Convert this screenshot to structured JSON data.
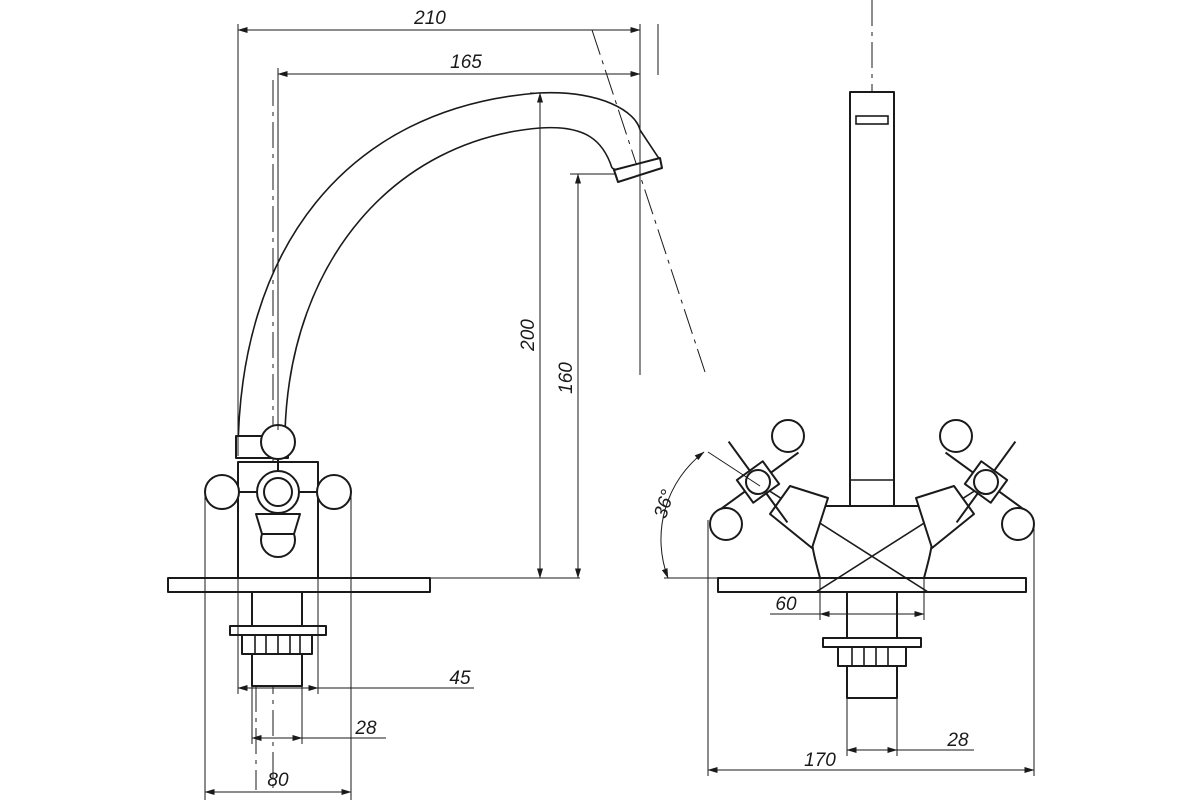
{
  "dimensions": {
    "reach_total": "210",
    "reach_spout": "165",
    "height_total": "200",
    "height_outlet": "160",
    "base_width_side": "45",
    "shank_diameter_side": "28",
    "flange_width_side": "80",
    "handle_angle": "36°",
    "center_distance": "60",
    "shank_diameter_front": "28",
    "overall_width_front": "170"
  },
  "colors": {
    "line": "#1a1a1a",
    "background": "#ffffff"
  }
}
